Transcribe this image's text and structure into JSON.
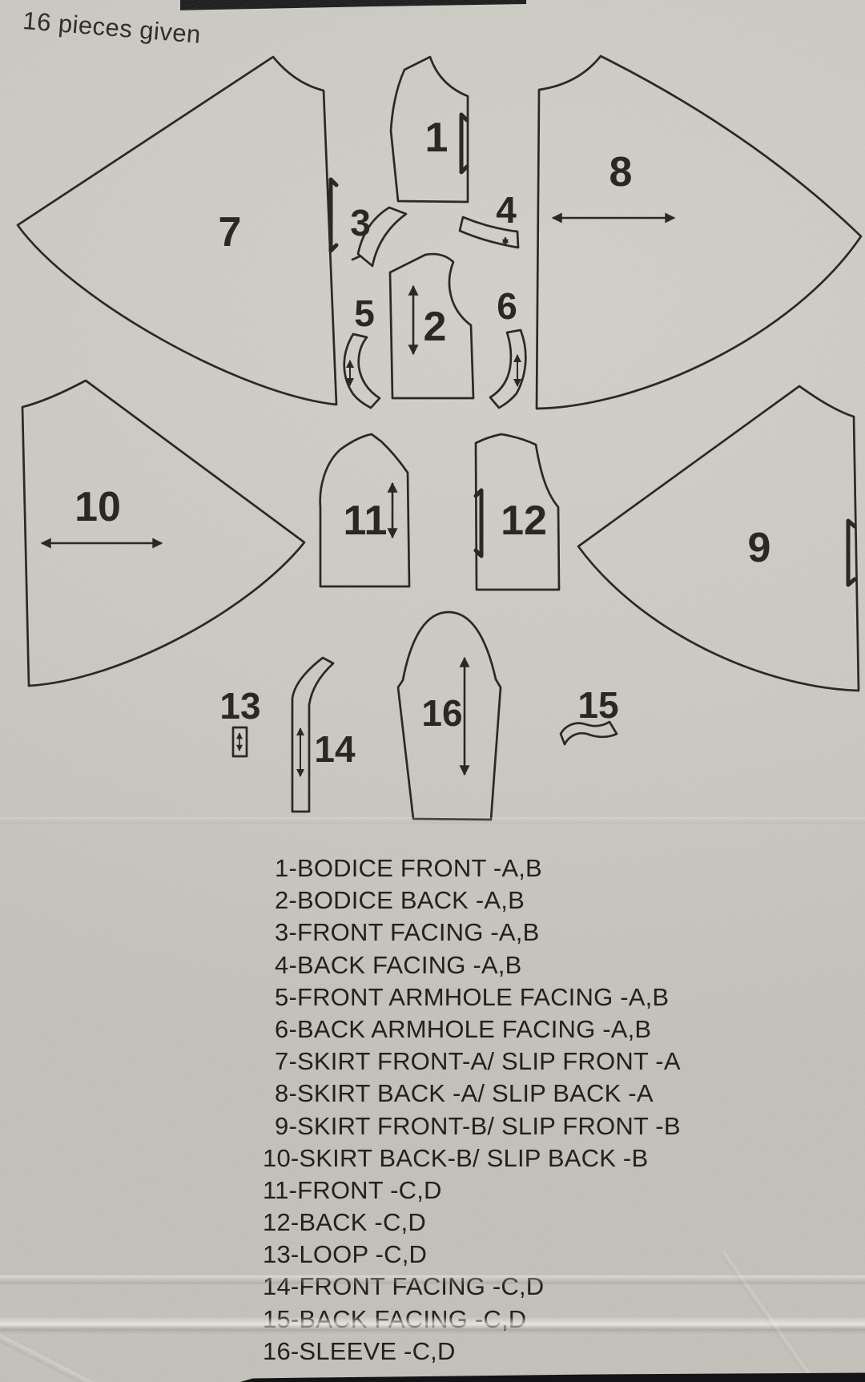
{
  "header": {
    "pieces_given_label": "16 pieces given"
  },
  "diagram": {
    "pieces": [
      {
        "number": "1"
      },
      {
        "number": "2"
      },
      {
        "number": "3"
      },
      {
        "number": "4"
      },
      {
        "number": "5"
      },
      {
        "number": "6"
      },
      {
        "number": "7"
      },
      {
        "number": "8"
      },
      {
        "number": "9"
      },
      {
        "number": "10"
      },
      {
        "number": "11"
      },
      {
        "number": "12"
      },
      {
        "number": "13"
      },
      {
        "number": "14"
      },
      {
        "number": "15"
      },
      {
        "number": "16"
      }
    ]
  },
  "legend": {
    "items": [
      "1-BODICE FRONT -A,B",
      "2-BODICE BACK -A,B",
      "3-FRONT FACING -A,B",
      "4-BACK FACING -A,B",
      "5-FRONT ARMHOLE FACING -A,B",
      "6-BACK ARMHOLE FACING -A,B",
      "7-SKIRT FRONT-A/ SLIP FRONT -A",
      "8-SKIRT BACK -A/ SLIP BACK -A",
      "9-SKIRT FRONT-B/ SLIP FRONT -B",
      "10-SKIRT BACK-B/ SLIP BACK -B",
      "11-FRONT -C,D",
      "12-BACK -C,D",
      "13-LOOP -C,D",
      "14-FRONT FACING -C,D",
      "15-BACK FACING -C,D",
      "16-SLEEVE -C,D"
    ]
  },
  "colors": {
    "paper": "#d0cfc7",
    "ink": "#2b2925",
    "text": "#232119",
    "photo_edge": "#141416"
  }
}
